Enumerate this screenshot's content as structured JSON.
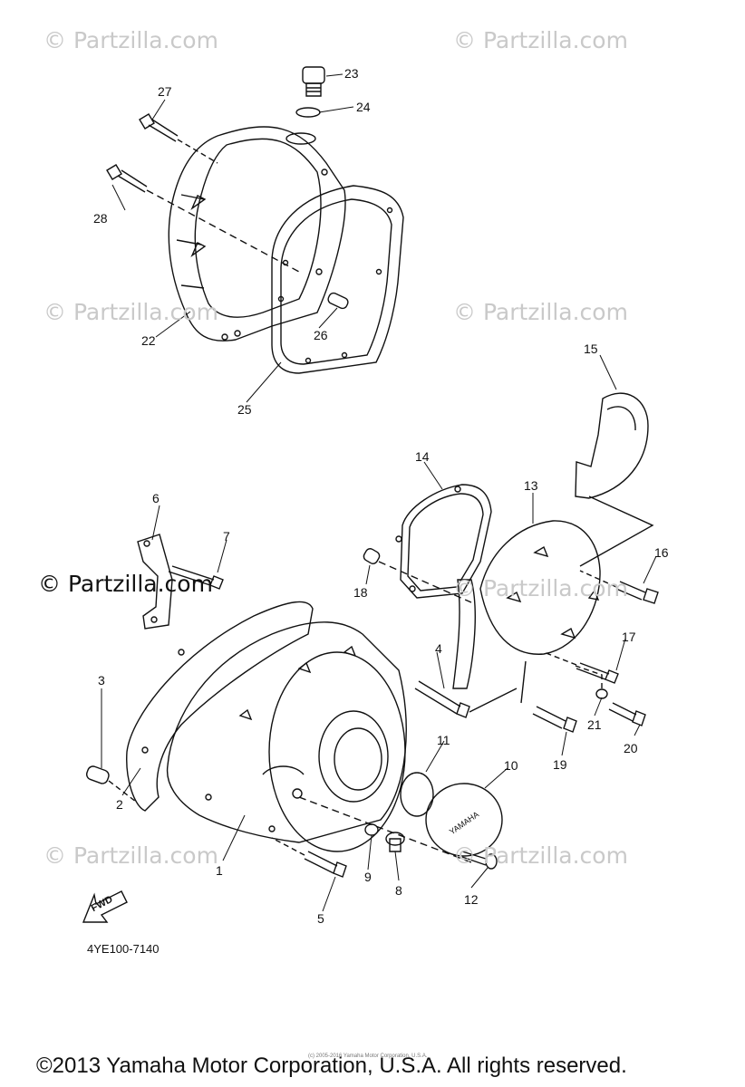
{
  "watermarks": {
    "corner": "© Partzilla.com",
    "main": "© Partzilla.com"
  },
  "diagram": {
    "code": "4YE100-7140",
    "fwd_label": "FWD",
    "tiny_notice": "(c) 2005-2016 Yamaha Motor Corporation, U.S.A.",
    "copyright": "©2013 Yamaha Motor Corporation, U.S.A. All rights reserved.",
    "cover_logo_text": "YAMAHA"
  },
  "callouts": [
    "1",
    "2",
    "3",
    "4",
    "5",
    "6",
    "7",
    "8",
    "9",
    "10",
    "11",
    "12",
    "13",
    "14",
    "15",
    "16",
    "17",
    "18",
    "19",
    "20",
    "21",
    "22",
    "23",
    "24",
    "25",
    "26",
    "27",
    "28"
  ],
  "colors": {
    "line": "#111111",
    "watermark": "#c9c9c9",
    "background": "#ffffff"
  }
}
